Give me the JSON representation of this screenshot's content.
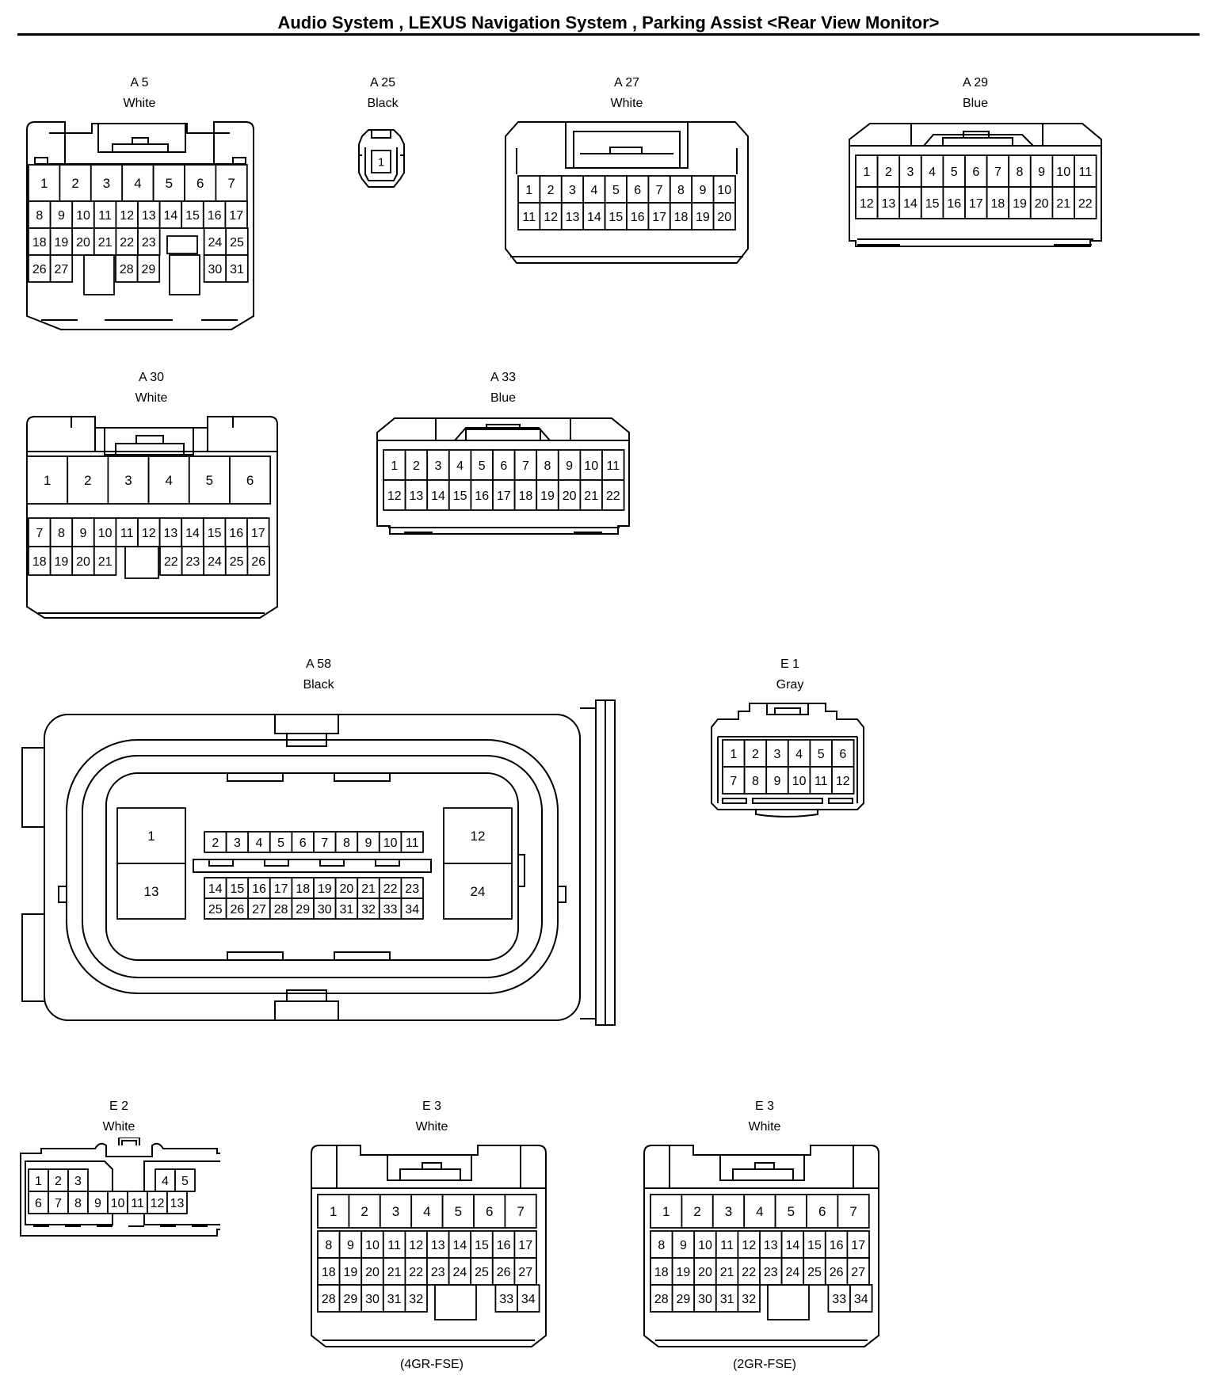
{
  "header": {
    "title": "Audio System , LEXUS Navigation System , Parking Assist <Rear View Monitor>"
  },
  "connectors": [
    {
      "key": "a5",
      "id": "A 5",
      "color": "White",
      "pins": [
        "1",
        "2",
        "3",
        "4",
        "5",
        "6",
        "7",
        "8",
        "9",
        "10",
        "11",
        "12",
        "13",
        "14",
        "15",
        "16",
        "17",
        "18",
        "19",
        "20",
        "21",
        "22",
        "23",
        "24",
        "25",
        "26",
        "27",
        "28",
        "29",
        "30",
        "31"
      ]
    },
    {
      "key": "a25",
      "id": "A 25",
      "color": "Black",
      "pins": [
        "1"
      ]
    },
    {
      "key": "a27",
      "id": "A 27",
      "color": "White",
      "pins": [
        "1",
        "2",
        "3",
        "4",
        "5",
        "6",
        "7",
        "8",
        "9",
        "10",
        "11",
        "12",
        "13",
        "14",
        "15",
        "16",
        "17",
        "18",
        "19",
        "20"
      ]
    },
    {
      "key": "a29",
      "id": "A 29",
      "color": "Blue",
      "pins": [
        "1",
        "2",
        "3",
        "4",
        "5",
        "6",
        "7",
        "8",
        "9",
        "10",
        "11",
        "12",
        "13",
        "14",
        "15",
        "16",
        "17",
        "18",
        "19",
        "20",
        "21",
        "22"
      ]
    },
    {
      "key": "a30",
      "id": "A 30",
      "color": "White",
      "pins": [
        "1",
        "2",
        "3",
        "4",
        "5",
        "6",
        "7",
        "8",
        "9",
        "10",
        "11",
        "12",
        "13",
        "14",
        "15",
        "16",
        "17",
        "18",
        "19",
        "20",
        "21",
        "22",
        "23",
        "24",
        "25",
        "26"
      ]
    },
    {
      "key": "a33",
      "id": "A 33",
      "color": "Blue",
      "pins": [
        "1",
        "2",
        "3",
        "4",
        "5",
        "6",
        "7",
        "8",
        "9",
        "10",
        "11",
        "12",
        "13",
        "14",
        "15",
        "16",
        "17",
        "18",
        "19",
        "20",
        "21",
        "22"
      ]
    },
    {
      "key": "a58",
      "id": "A 58",
      "color": "Black",
      "pins": [
        "1",
        "2",
        "3",
        "4",
        "5",
        "6",
        "7",
        "8",
        "9",
        "10",
        "11",
        "12",
        "13",
        "14",
        "15",
        "16",
        "17",
        "18",
        "19",
        "20",
        "21",
        "22",
        "23",
        "24",
        "25",
        "26",
        "27",
        "28",
        "29",
        "30",
        "31",
        "32",
        "33",
        "34"
      ]
    },
    {
      "key": "e1",
      "id": "E 1",
      "color": "Gray",
      "pins": [
        "1",
        "2",
        "3",
        "4",
        "5",
        "6",
        "7",
        "8",
        "9",
        "10",
        "11",
        "12"
      ]
    },
    {
      "key": "e2",
      "id": "E 2",
      "color": "White",
      "pins": [
        "1",
        "2",
        "3",
        "4",
        "5",
        "6",
        "7",
        "8",
        "9",
        "10",
        "11",
        "12",
        "13"
      ]
    },
    {
      "key": "e3a",
      "id": "E 3",
      "color": "White",
      "note": "(4GR-FSE)",
      "pins": [
        "1",
        "2",
        "3",
        "4",
        "5",
        "6",
        "7",
        "8",
        "9",
        "10",
        "11",
        "12",
        "13",
        "14",
        "15",
        "16",
        "17",
        "18",
        "19",
        "20",
        "21",
        "22",
        "23",
        "24",
        "25",
        "26",
        "27",
        "28",
        "29",
        "30",
        "31",
        "32",
        "33",
        "34"
      ]
    },
    {
      "key": "e3b",
      "id": "E 3",
      "color": "White",
      "note": "(2GR-FSE)",
      "pins": [
        "1",
        "2",
        "3",
        "4",
        "5",
        "6",
        "7",
        "8",
        "9",
        "10",
        "11",
        "12",
        "13",
        "14",
        "15",
        "16",
        "17",
        "18",
        "19",
        "20",
        "21",
        "22",
        "23",
        "24",
        "25",
        "26",
        "27",
        "28",
        "29",
        "30",
        "31",
        "32",
        "33",
        "34"
      ]
    }
  ]
}
